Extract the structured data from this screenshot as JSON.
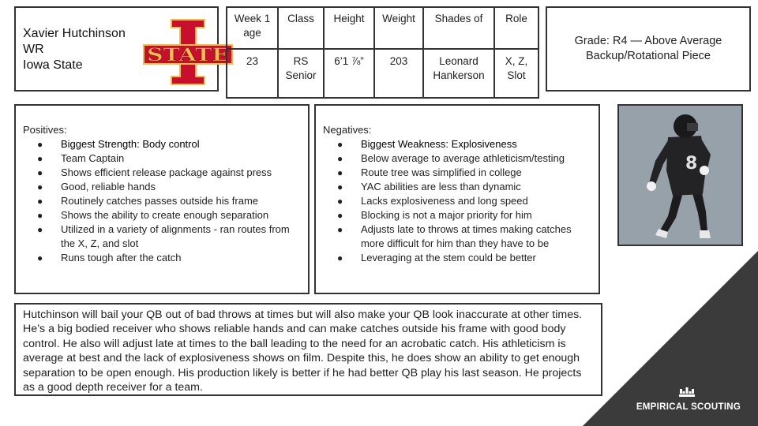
{
  "player": {
    "name": "Xavier Hutchinson",
    "position": "WR",
    "school": "Iowa State",
    "logo_text": "STATE"
  },
  "stats": {
    "headers": [
      "Week 1 age",
      "Class",
      "Height",
      "Weight",
      "Shades of",
      "Role"
    ],
    "values": [
      "23",
      "RS Senior",
      "6’1 ⅞”",
      "203",
      "Leonard Hankerson",
      "X, Z, Slot"
    ]
  },
  "grade": {
    "line1": "Grade: R4 — Above Average",
    "line2": "Backup/Rotational Piece"
  },
  "positives": {
    "title": "Positives:",
    "items": [
      "Biggest Strength: Body control",
      "Team Captain",
      "Shows efficient release package against press",
      "Good, reliable hands",
      "Routinely catches passes outside his frame",
      "Shows the ability to create enough separation",
      "Utilized in a variety of alignments - ran routes from the X, Z, and slot",
      "Runs tough after the catch"
    ]
  },
  "negatives": {
    "title": "Negatives:",
    "items": [
      "Biggest Weakness: Explosiveness",
      "Below average to average athleticism/testing",
      "Route tree was simplified in college",
      "YAC abilities are less than dynamic",
      "Lacks explosiveness and long speed",
      "Blocking is not a major priority for him",
      "Adjusts late to throws at times making catches more difficult for him than they have to be",
      "Leveraging at the stem could be better"
    ]
  },
  "summary": "Hutchinson will bail your QB out of bad throws at times but will also make your QB look inaccurate at other times. He’s a big bodied receiver who shows reliable hands and can make catches outside his frame with good body control. He also will adjust late at times to the ball leading to the need for an acrobatic catch. His athleticism is average at best and the lack of explosiveness shows on film. Despite this, he does show an ability to get enough separation to be open enough. His production likely is better if he had better QB play his last season. He projects as a good depth receiver for a team.",
  "brand": {
    "name": "EMPIRICAL SCOUTING"
  },
  "colors": {
    "logo_cardinal": "#c8102e",
    "logo_gold": "#f1be48",
    "corner": "#3b3b3b"
  }
}
